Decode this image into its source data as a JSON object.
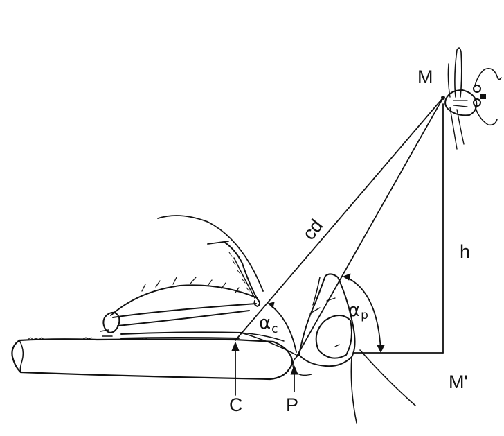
{
  "figure": {
    "labels": {
      "M": "M",
      "M_prime": "M'",
      "h": "h",
      "cd": "cd",
      "C": "C",
      "P": "P",
      "alpha_c_symbol": "α",
      "alpha_c_sub": "c",
      "alpha_p_symbol": "α",
      "alpha_p_sub": "p"
    },
    "colors": {
      "ink": "#111111",
      "background": "#ffffff"
    }
  }
}
